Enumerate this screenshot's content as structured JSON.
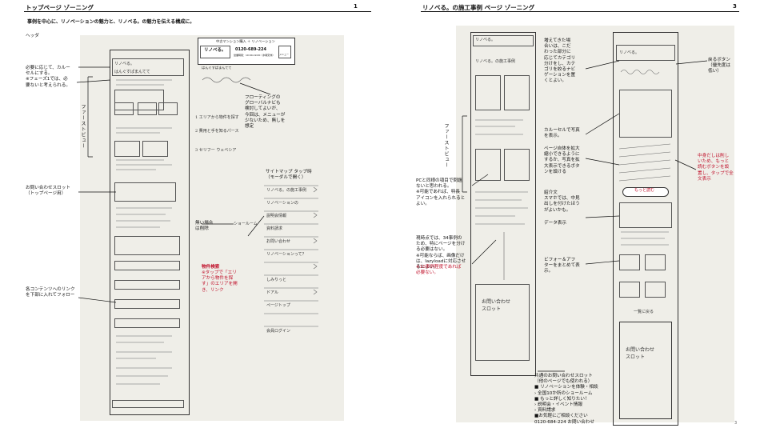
{
  "page1": {
    "title": "トップページ ゾーニング",
    "page_number": "1",
    "subtitle": "事例を中心に、リノベーションの魅力と、リノベる。の魅力を伝える構成に。",
    "header_mock": {
      "top": "中古マンション購入 ＋ リノベーション",
      "logo": "リノベる。",
      "tel": "0120-689-224",
      "tel_sub": "営業時間：10:00-19:00（水曜定休）",
      "menu": "メニュー",
      "bottom": "はんぐすぱまんてて"
    },
    "notes": {
      "header": "ヘッダ",
      "carousel": "必要に応じて、カルー\nセルにする。\n※フェーズ1では、必\n要ないと考えられる。",
      "first_view": "ファーストビュー",
      "floating_nav": "フローティングの\nグローバルナビも\n検討してよいが、\n今回は、メニューが\n少ないため、無しを\n想定",
      "contact_slot": "お問い合わせスロット\n（トップページ用）",
      "remove_if_none": "無い場合\nは削除",
      "property_search_title": "物件検索",
      "property_search_body": "※タップで「エリ\nアから物件を探\nす」のエリアを開\nき、リンク",
      "links_bottom": "各コンテンツへのリンク\nを下部に入れてフォロー",
      "sitemap": "サイトマップ タップ時\n（モーダルで開く）"
    },
    "sketch_words": {
      "showroom": "ショールーム",
      "list_items": [
        "リノベる。の施工事例",
        "リノベーションの",
        "説明会情報",
        "資料請求",
        "お問い合わせ",
        "リノベーションって？",
        "しみりっと",
        "ドアル",
        "ページトップ",
        "会員ログイン"
      ],
      "nav_items": [
        "1 エリアから物件を探す",
        "2 費用と手を知るパース",
        "3 セリフー ウェベシア"
      ]
    }
  },
  "page3": {
    "title": "リノベる。の施工事例 ページ ゾーニング",
    "page_number": "3",
    "footer_number": "3",
    "notes": {
      "first_view": "ファーストビュー",
      "category": "増えてきた場\n合いは、こだ\nわった部分に\n応じてカテゴリ\n分けをし、カテ\nゴリを絞るナビ\nゲーションを置\nくとよい。",
      "back_button": "戻るボタン\n（優先度は\n低い）",
      "carousel_photos": "カルーセルで写真\nを表示。",
      "enlarge": "ページ自体を拡大\n縮小できるように\nするか、写真を拡\n大表示できるボタ\nンを設ける",
      "truncate": "中身だしは削し\nいため、もっと\n読むボタンを設\n置し、タップで全\n文表示",
      "read_more": "もっと読む",
      "pc_items": "PCと同様の項目で問題\nないと思われる。\n※可能であれば、特長\nアイコンを入れられると\nよい。",
      "intro": "紹介文\nスマホでは、中見\n出しを付けたほう\nがよいかも。",
      "data_display": "データ表示",
      "paging": "現時点では、34事例の\nため、特にページを分け\nる必要はない。\n※可能ならば、画像だけ\nは、lazyloadに対応させ\nるとよい。",
      "paging_red": "※10事例程度であれば\n必要ない。",
      "before_after": "ビフォー＆アフ\nターをまとめて表\n示。",
      "common_contact": "共通のお問い合わせスロット\n（他のページでも使われる）\n■ リノベーションを体験・相談\n  › 全国10か所のショールーム\n■ もっと詳しく知りたい！\n  › 説明会・イベント情報\n  › 資料請求\n■お気軽にご相談ください\n  0120-684-224    お問い合わせ"
    },
    "sketch_words": {
      "contact_slot": "お問い合わせ\nスロット",
      "back": "一覧に戻る",
      "header1": "リノベる。",
      "header2": "リノベる。の施工事例"
    }
  }
}
